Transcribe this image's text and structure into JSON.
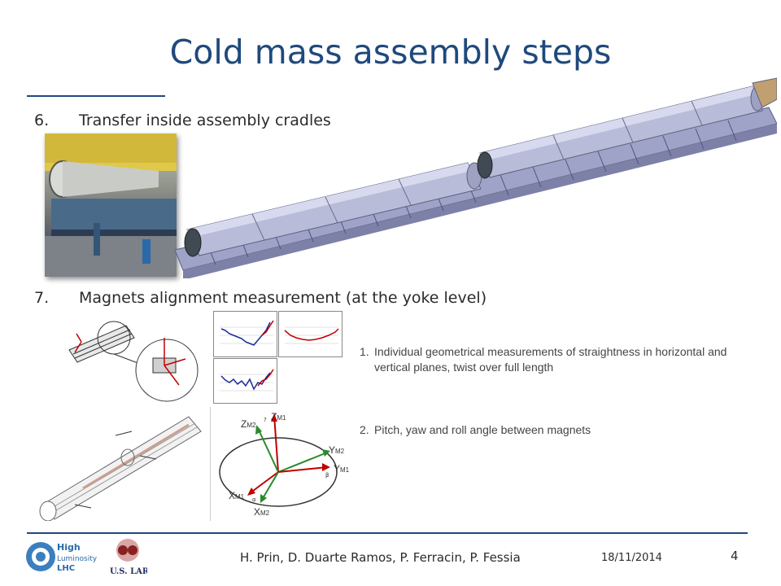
{
  "title": "Cold mass assembly steps",
  "steps": [
    {
      "num": "6.",
      "text": "Transfer inside assembly cradles"
    },
    {
      "num": "7.",
      "text": "Magnets alignment measurement (at the yoke level)"
    }
  ],
  "notes": [
    {
      "num": "1.",
      "text": "Individual geometrical measurements of straightness in horizontal and vertical planes, twist over full length"
    },
    {
      "num": "2.",
      "text": "Pitch, yaw and roll angle between magnets"
    }
  ],
  "axes_labels": {
    "zm1": "Z",
    "zm1_sub": "M1",
    "zm2": "Z",
    "zm2_sub": "M2",
    "ym2": "Y",
    "ym2_sub": "M2",
    "ym1": "Y",
    "ym1_sub": "M1",
    "xm1": "X",
    "xm1_sub": "M1",
    "xm2": "X",
    "xm2_sub": "M2"
  },
  "footer": {
    "authors": "H. Prin, D. Duarte Ramos, P. Ferracin, P. Fessia",
    "date": "18/11/2014",
    "page": "4",
    "logo_hl": "High Luminosity LHC",
    "logo_larp": "U.S. LARP"
  },
  "colors": {
    "title": "#1f497d",
    "rule": "#1f497d"
  }
}
